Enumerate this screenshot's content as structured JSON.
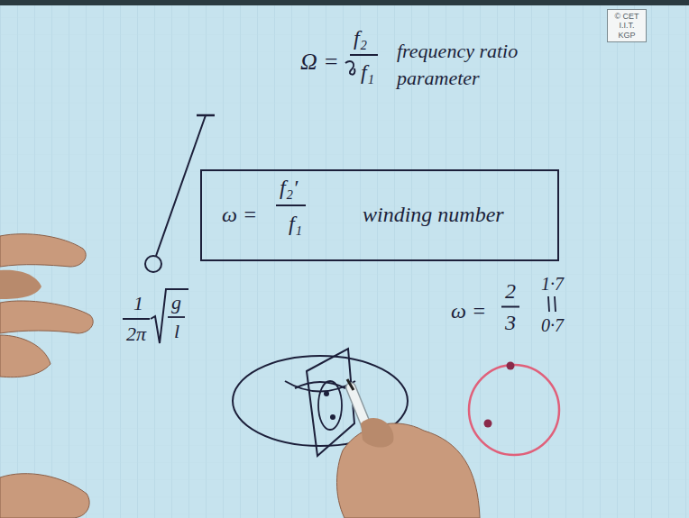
{
  "diagram": {
    "nodes": [
      {
        "text": [
          "© CET I.I.T. KGP"
        ]
      },
      {
        "text": [
          "ω =",
          "f₂′",
          "f₁",
          "winding number"
        ]
      }
    ],
    "labels": [
      "Ω =",
      "f₂",
      "f₁",
      "frequency ratio parameter",
      "1",
      "2π",
      "g",
      "l",
      "ω =",
      "2",
      "3",
      "1·7",
      "0·7"
    ]
  }
}
